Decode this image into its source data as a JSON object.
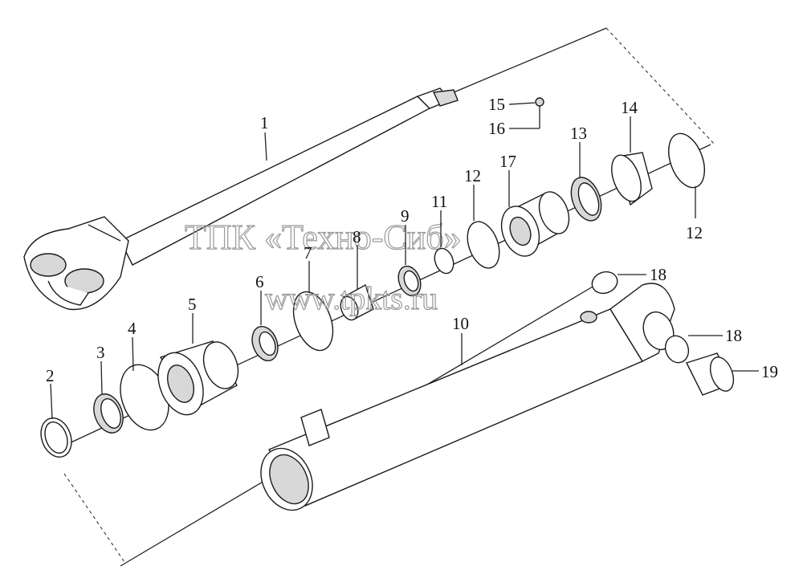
{
  "diagram": {
    "watermark_line1": "ТПК «Техно-Сиб»",
    "watermark_line2": "www.tpkts.ru",
    "labels": {
      "l1": "1",
      "l2": "2",
      "l3": "3",
      "l4": "4",
      "l5": "5",
      "l6": "6",
      "l7": "7",
      "l8": "8",
      "l9": "9",
      "l10": "10",
      "l11": "11",
      "l12a": "12",
      "l12b": "12",
      "l13": "13",
      "l14": "14",
      "l15": "15",
      "l16": "16",
      "l17": "17",
      "l18a": "18",
      "l18b": "18",
      "l19": "19"
    }
  }
}
